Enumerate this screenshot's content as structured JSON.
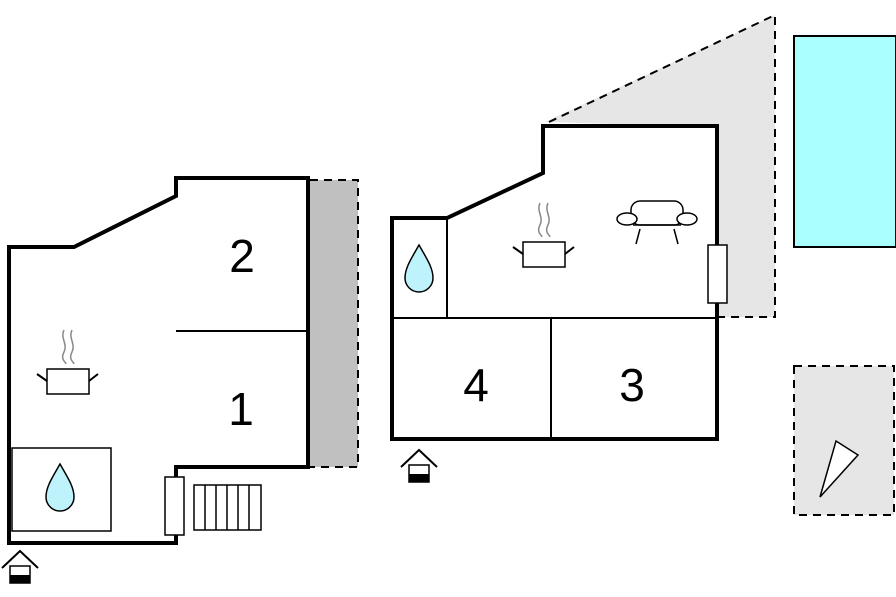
{
  "plan": {
    "colors": {
      "wall": "#000000",
      "terrace_grey": "#e6e6e6",
      "side_grey": "#c0c0c0",
      "pool": "#aaffff",
      "water": "#bff3fb",
      "background": "#ffffff"
    },
    "rooms": [
      {
        "label": "2"
      },
      {
        "label": "1"
      },
      {
        "label": "4"
      },
      {
        "label": "3"
      }
    ],
    "icons": [
      "water-drop-icon",
      "cooking-pot-icon",
      "sofa-icon",
      "entrance-icon",
      "stairs-icon",
      "window-icon",
      "parasol-icon"
    ]
  }
}
